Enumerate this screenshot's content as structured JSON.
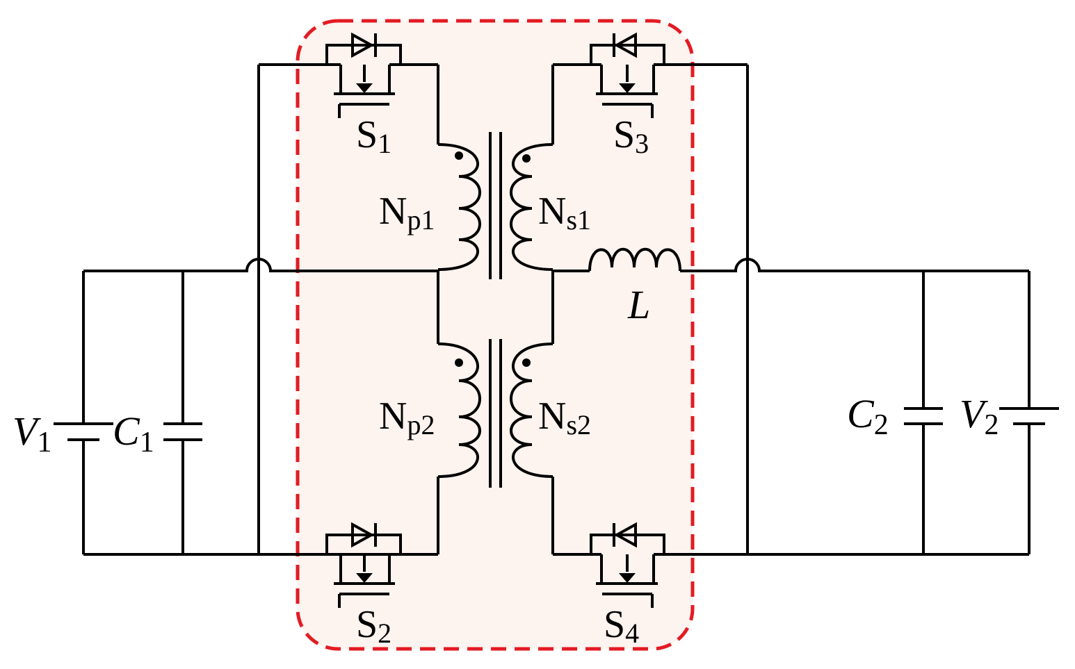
{
  "colors": {
    "wire": "#000000",
    "dashed_border": "#e31b23",
    "highlight_fill": "#fdf3ef",
    "background": "#ffffff"
  },
  "labels": {
    "s1": {
      "base": "S",
      "sub": "1"
    },
    "s2": {
      "base": "S",
      "sub": "2"
    },
    "s3": {
      "base": "S",
      "sub": "3"
    },
    "s4": {
      "base": "S",
      "sub": "4"
    },
    "np1": {
      "base": "N",
      "sub": "p1"
    },
    "np2": {
      "base": "N",
      "sub": "p2"
    },
    "ns1": {
      "base": "N",
      "sub": "s1"
    },
    "ns2": {
      "base": "N",
      "sub": "s2"
    },
    "inductor": "L",
    "v1": {
      "base": "V",
      "sub": "1"
    },
    "c1": {
      "base": "C",
      "sub": "1"
    },
    "c2": {
      "base": "C",
      "sub": "2"
    },
    "v2": {
      "base": "V",
      "sub": "2"
    }
  }
}
